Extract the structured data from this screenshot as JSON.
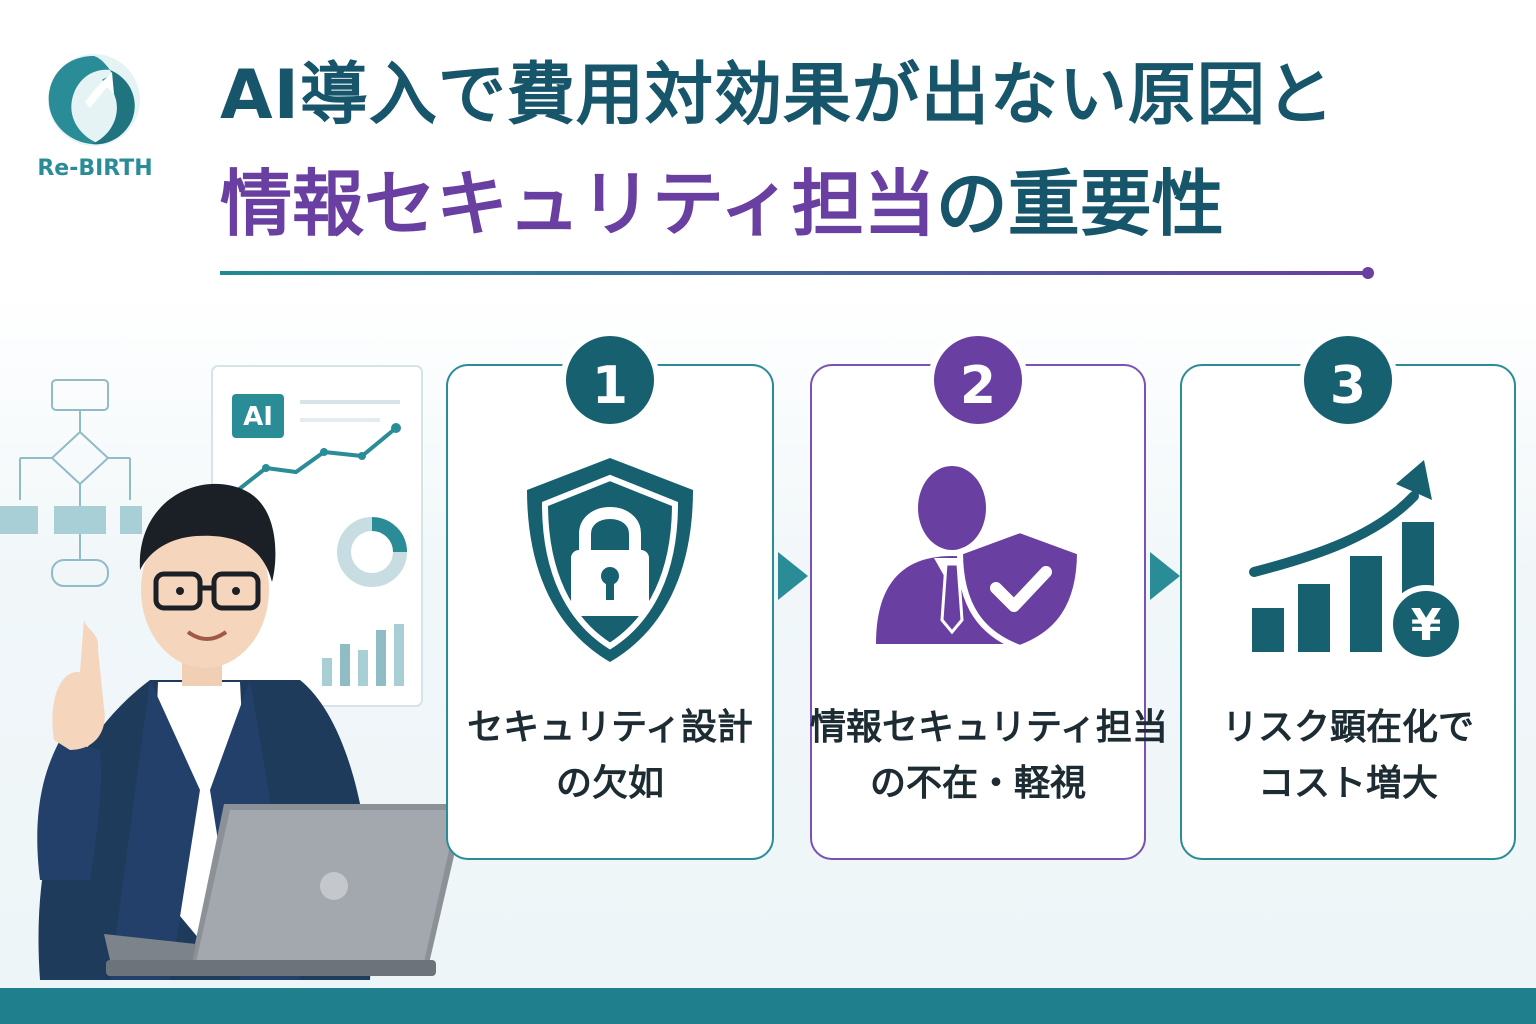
{
  "brand": {
    "name": "Re-BIRTH"
  },
  "title": {
    "line1": "AI導入で費用対効果が出ない原因と",
    "line2_accent": "情報セキュリティ担当",
    "line2_rest": "の重要性"
  },
  "illustration": {
    "dashboard_tag": "AI"
  },
  "steps": [
    {
      "number": "1",
      "line1": "セキュリティ設計",
      "line2": "の欠如",
      "icon": "shield-lock-icon"
    },
    {
      "number": "2",
      "line1": "情報セキュリティ担当",
      "line2": "の不在・軽視",
      "icon": "person-shield-check-icon"
    },
    {
      "number": "3",
      "line1": "リスク顕在化で",
      "line2": "コスト増大",
      "icon": "rising-cost-chart-icon",
      "currency_symbol": "¥"
    }
  ],
  "colors": {
    "teal": "#17606f",
    "teal_light": "#2a8c97",
    "purple": "#6a3fa2",
    "navy": "#17556b"
  }
}
